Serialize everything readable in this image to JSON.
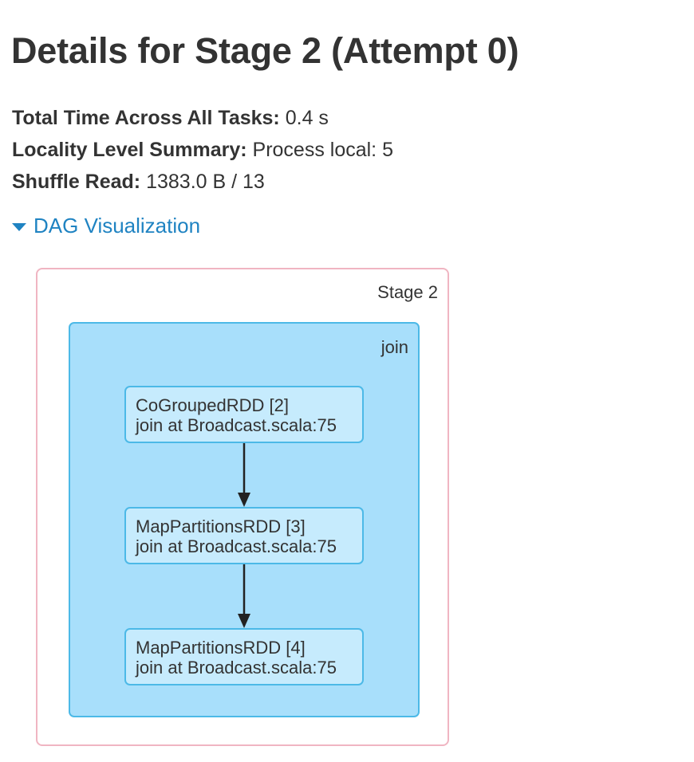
{
  "page": {
    "title": "Details for Stage 2 (Attempt 0)"
  },
  "summary": [
    {
      "label": "Total Time Across All Tasks:",
      "value": "0.4 s"
    },
    {
      "label": "Locality Level Summary:",
      "value": "Process local: 5"
    },
    {
      "label": "Shuffle Read:",
      "value": "1383.0 B / 13"
    }
  ],
  "dag": {
    "toggle_label": "DAG Visualization",
    "stage_label": "Stage 2",
    "cluster_label": "join",
    "nodes": [
      {
        "name": "CoGroupedRDD [2]",
        "callsite": "join at Broadcast.scala:75"
      },
      {
        "name": "MapPartitionsRDD [3]",
        "callsite": "join at Broadcast.scala:75"
      },
      {
        "name": "MapPartitionsRDD [4]",
        "callsite": "join at Broadcast.scala:75"
      }
    ]
  },
  "colors": {
    "link": "#1f83c2",
    "stage_border": "#f0b5c2",
    "cluster_fill": "#a8dffb",
    "node_fill": "#c6ebfd",
    "node_border": "#4cb9e7"
  }
}
